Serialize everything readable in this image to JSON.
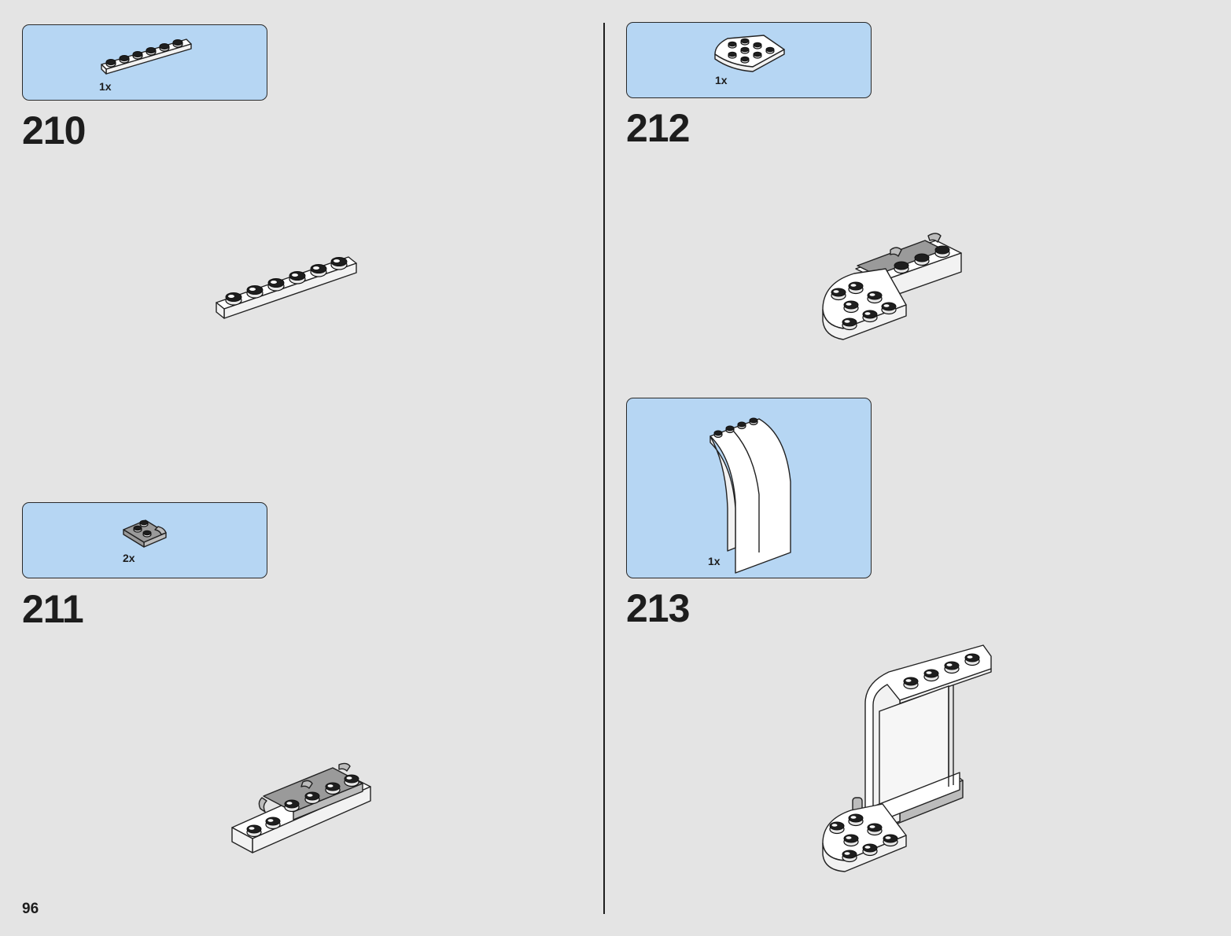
{
  "page": {
    "number": "96"
  },
  "steps": [
    {
      "number": "210",
      "parts": [
        {
          "qty": "1x",
          "part_icon": "white-1x6-plate"
        }
      ],
      "model_icon": "white-1x6-plate"
    },
    {
      "number": "211",
      "parts": [
        {
          "qty": "2x",
          "part_icon": "grey-clip-plate"
        }
      ],
      "model_icon": "plate-with-grey-clips"
    },
    {
      "number": "212",
      "parts": [
        {
          "qty": "1x",
          "part_icon": "white-round-corner-plate"
        }
      ],
      "model_icon": "corner-plate-assembly"
    },
    {
      "number": "213",
      "parts": [
        {
          "qty": "1x",
          "part_icon": "white-curved-panel"
        }
      ],
      "model_icon": "panel-assembly"
    }
  ],
  "colors": {
    "background": "#e4e4e4",
    "parts_box": "#b6d6f3",
    "text": "#1d1d1d"
  }
}
